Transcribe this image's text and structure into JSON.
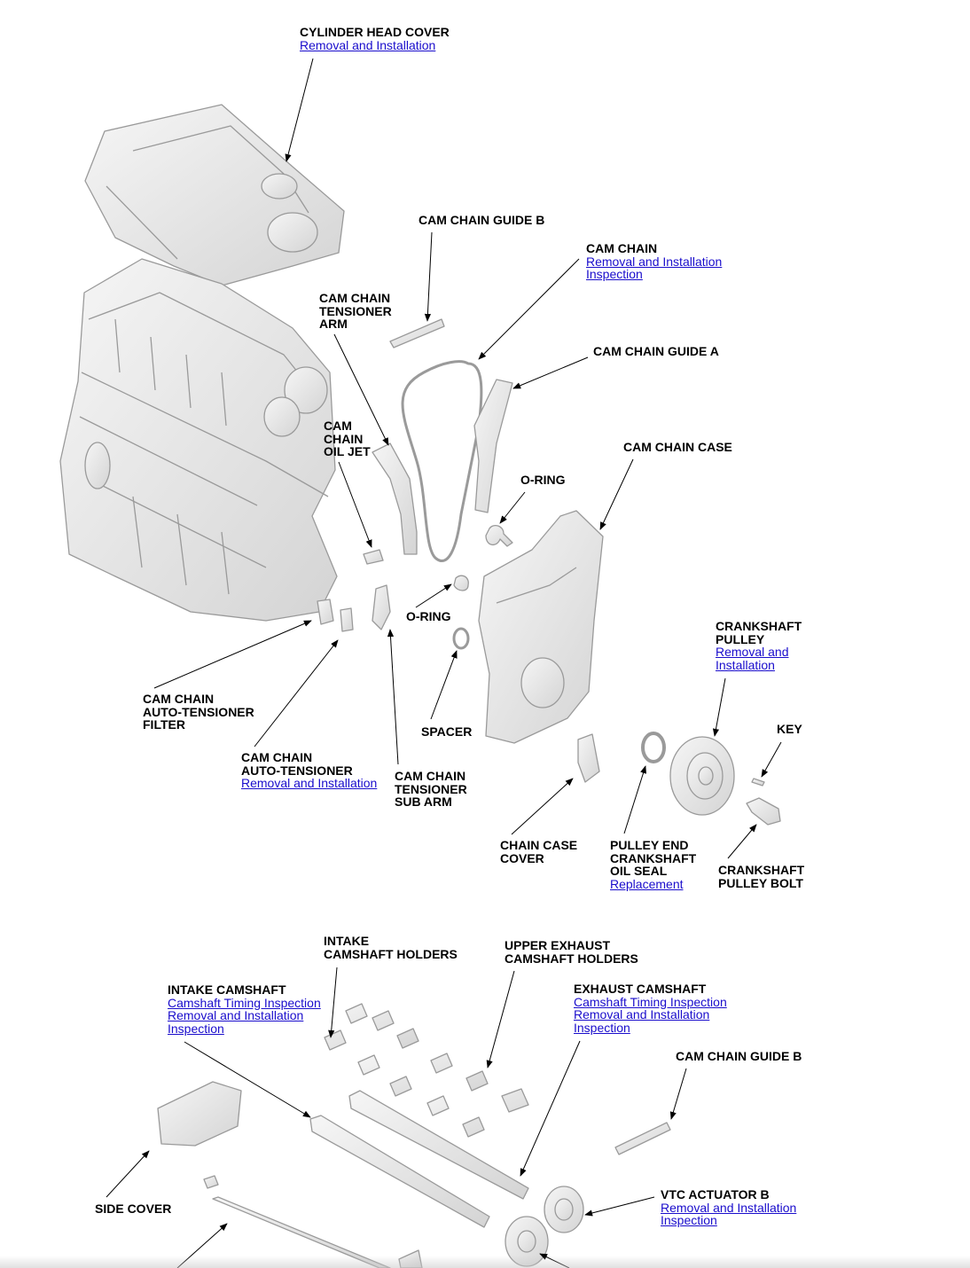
{
  "labels": {
    "cylinder_head_cover": {
      "name": "CYLINDER HEAD COVER",
      "links": [
        "Removal and Installation"
      ]
    },
    "cam_chain_guide_b_top": {
      "name": "CAM CHAIN GUIDE B",
      "links": []
    },
    "cam_chain": {
      "name": "CAM CHAIN",
      "links": [
        "Removal and Installation",
        "Inspection"
      ]
    },
    "cam_chain_tensioner_arm": {
      "name": "CAM CHAIN\nTENSIONER\nARM",
      "links": []
    },
    "cam_chain_guide_a": {
      "name": "CAM CHAIN GUIDE A",
      "links": []
    },
    "cam_chain_oil_jet": {
      "name": "CAM\nCHAIN\nOIL JET",
      "links": []
    },
    "cam_chain_case": {
      "name": "CAM CHAIN CASE",
      "links": []
    },
    "o_ring_upper": {
      "name": "O-RING",
      "links": []
    },
    "o_ring_lower": {
      "name": "O-RING",
      "links": []
    },
    "crankshaft_pulley": {
      "name": "CRANKSHAFT\nPULLEY",
      "links": [
        "Removal and ",
        "Installation"
      ]
    },
    "cam_chain_auto_tensioner_filter": {
      "name": "CAM CHAIN\nAUTO-TENSIONER\nFILTER",
      "links": []
    },
    "spacer": {
      "name": "SPACER",
      "links": []
    },
    "key": {
      "name": "KEY",
      "links": []
    },
    "cam_chain_auto_tensioner": {
      "name": "CAM CHAIN\nAUTO-TENSIONER",
      "links": [
        "Removal and Installation"
      ]
    },
    "cam_chain_tensioner_sub_arm": {
      "name": "CAM CHAIN\nTENSIONER\nSUB ARM",
      "links": []
    },
    "chain_case_cover": {
      "name": "CHAIN CASE\nCOVER",
      "links": []
    },
    "pulley_end_crankshaft_oil_seal": {
      "name": "PULLEY END\nCRANKSHAFT\nOIL SEAL",
      "links": [
        "Replacement"
      ]
    },
    "crankshaft_pulley_bolt": {
      "name": "CRANKSHAFT\nPULLEY BOLT",
      "links": []
    },
    "intake_camshaft_holders": {
      "name": "INTAKE\nCAMSHAFT HOLDERS",
      "links": []
    },
    "upper_exhaust_camshaft_holders": {
      "name": "UPPER EXHAUST\nCAMSHAFT HOLDERS",
      "links": []
    },
    "intake_camshaft": {
      "name": "INTAKE CAMSHAFT",
      "links": [
        "Camshaft Timing Inspection",
        "Removal and Installation",
        "Inspection"
      ]
    },
    "exhaust_camshaft": {
      "name": "EXHAUST CAMSHAFT",
      "links": [
        "Camshaft Timing Inspection",
        "Removal and Installation",
        "Inspection"
      ]
    },
    "cam_chain_guide_b_bottom": {
      "name": "CAM CHAIN GUIDE B",
      "links": []
    },
    "side_cover": {
      "name": "SIDE COVER",
      "links": []
    },
    "vtc_actuator_b": {
      "name": "VTC ACTUATOR B",
      "links": [
        "Removal and Installation",
        "Inspection"
      ]
    }
  },
  "colors": {
    "link": "#1a0dcc",
    "text": "#000000",
    "part_fill": "#ececec",
    "part_stroke": "#9a9a9a"
  }
}
